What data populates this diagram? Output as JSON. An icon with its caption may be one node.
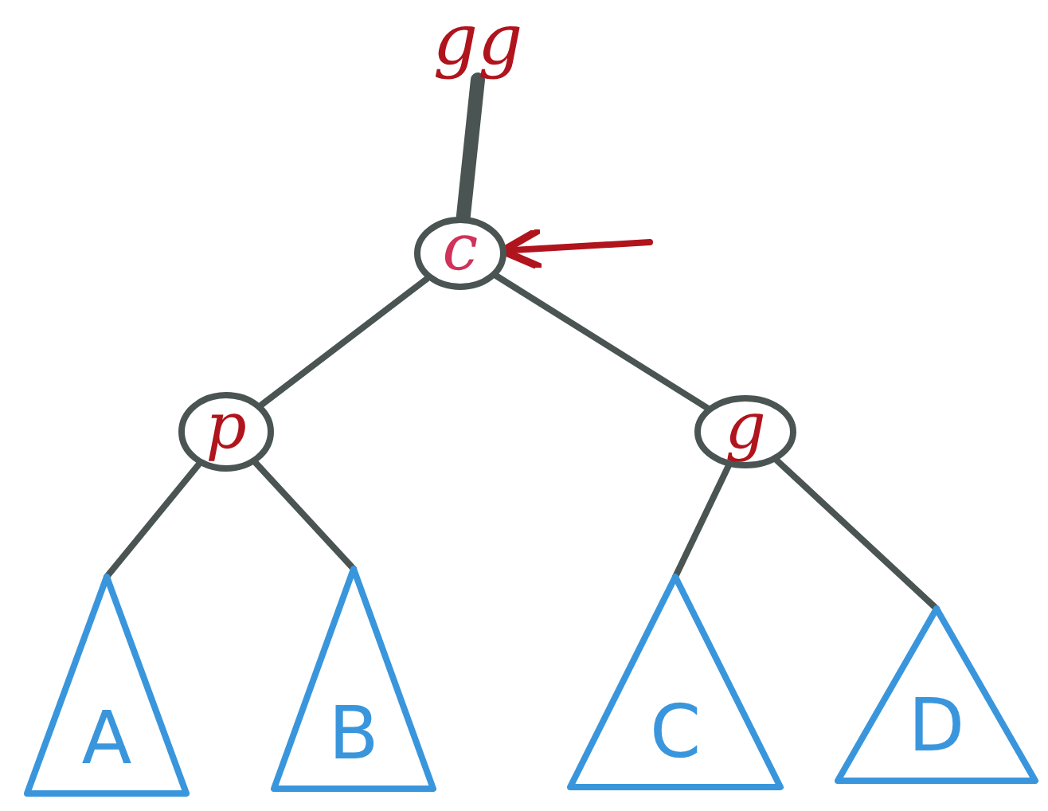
{
  "diagram": {
    "nodes": [
      {
        "text": [
          "gg"
        ]
      },
      {
        "text": [
          "c"
        ]
      },
      {
        "text": [
          "p"
        ]
      },
      {
        "text": [
          "g"
        ]
      },
      {
        "text": [
          "A"
        ]
      },
      {
        "text": [
          "B"
        ]
      },
      {
        "text": [
          "C"
        ]
      },
      {
        "text": [
          "D"
        ]
      }
    ],
    "edges": [
      {
        "from": 0,
        "to": 1,
        "arrow": "none",
        "style": "thick"
      },
      {
        "from": 1,
        "to": 2,
        "arrow": "none"
      },
      {
        "from": 1,
        "to": 3,
        "arrow": "none"
      },
      {
        "from": 2,
        "to": 4,
        "arrow": "none"
      },
      {
        "from": 2,
        "to": 5,
        "arrow": "none"
      },
      {
        "from": 3,
        "to": 6,
        "arrow": "none"
      },
      {
        "from": 3,
        "to": 7,
        "arrow": "none"
      },
      {
        "from": null,
        "to": 1,
        "arrow": "to",
        "color": "#b0141c"
      }
    ]
  }
}
